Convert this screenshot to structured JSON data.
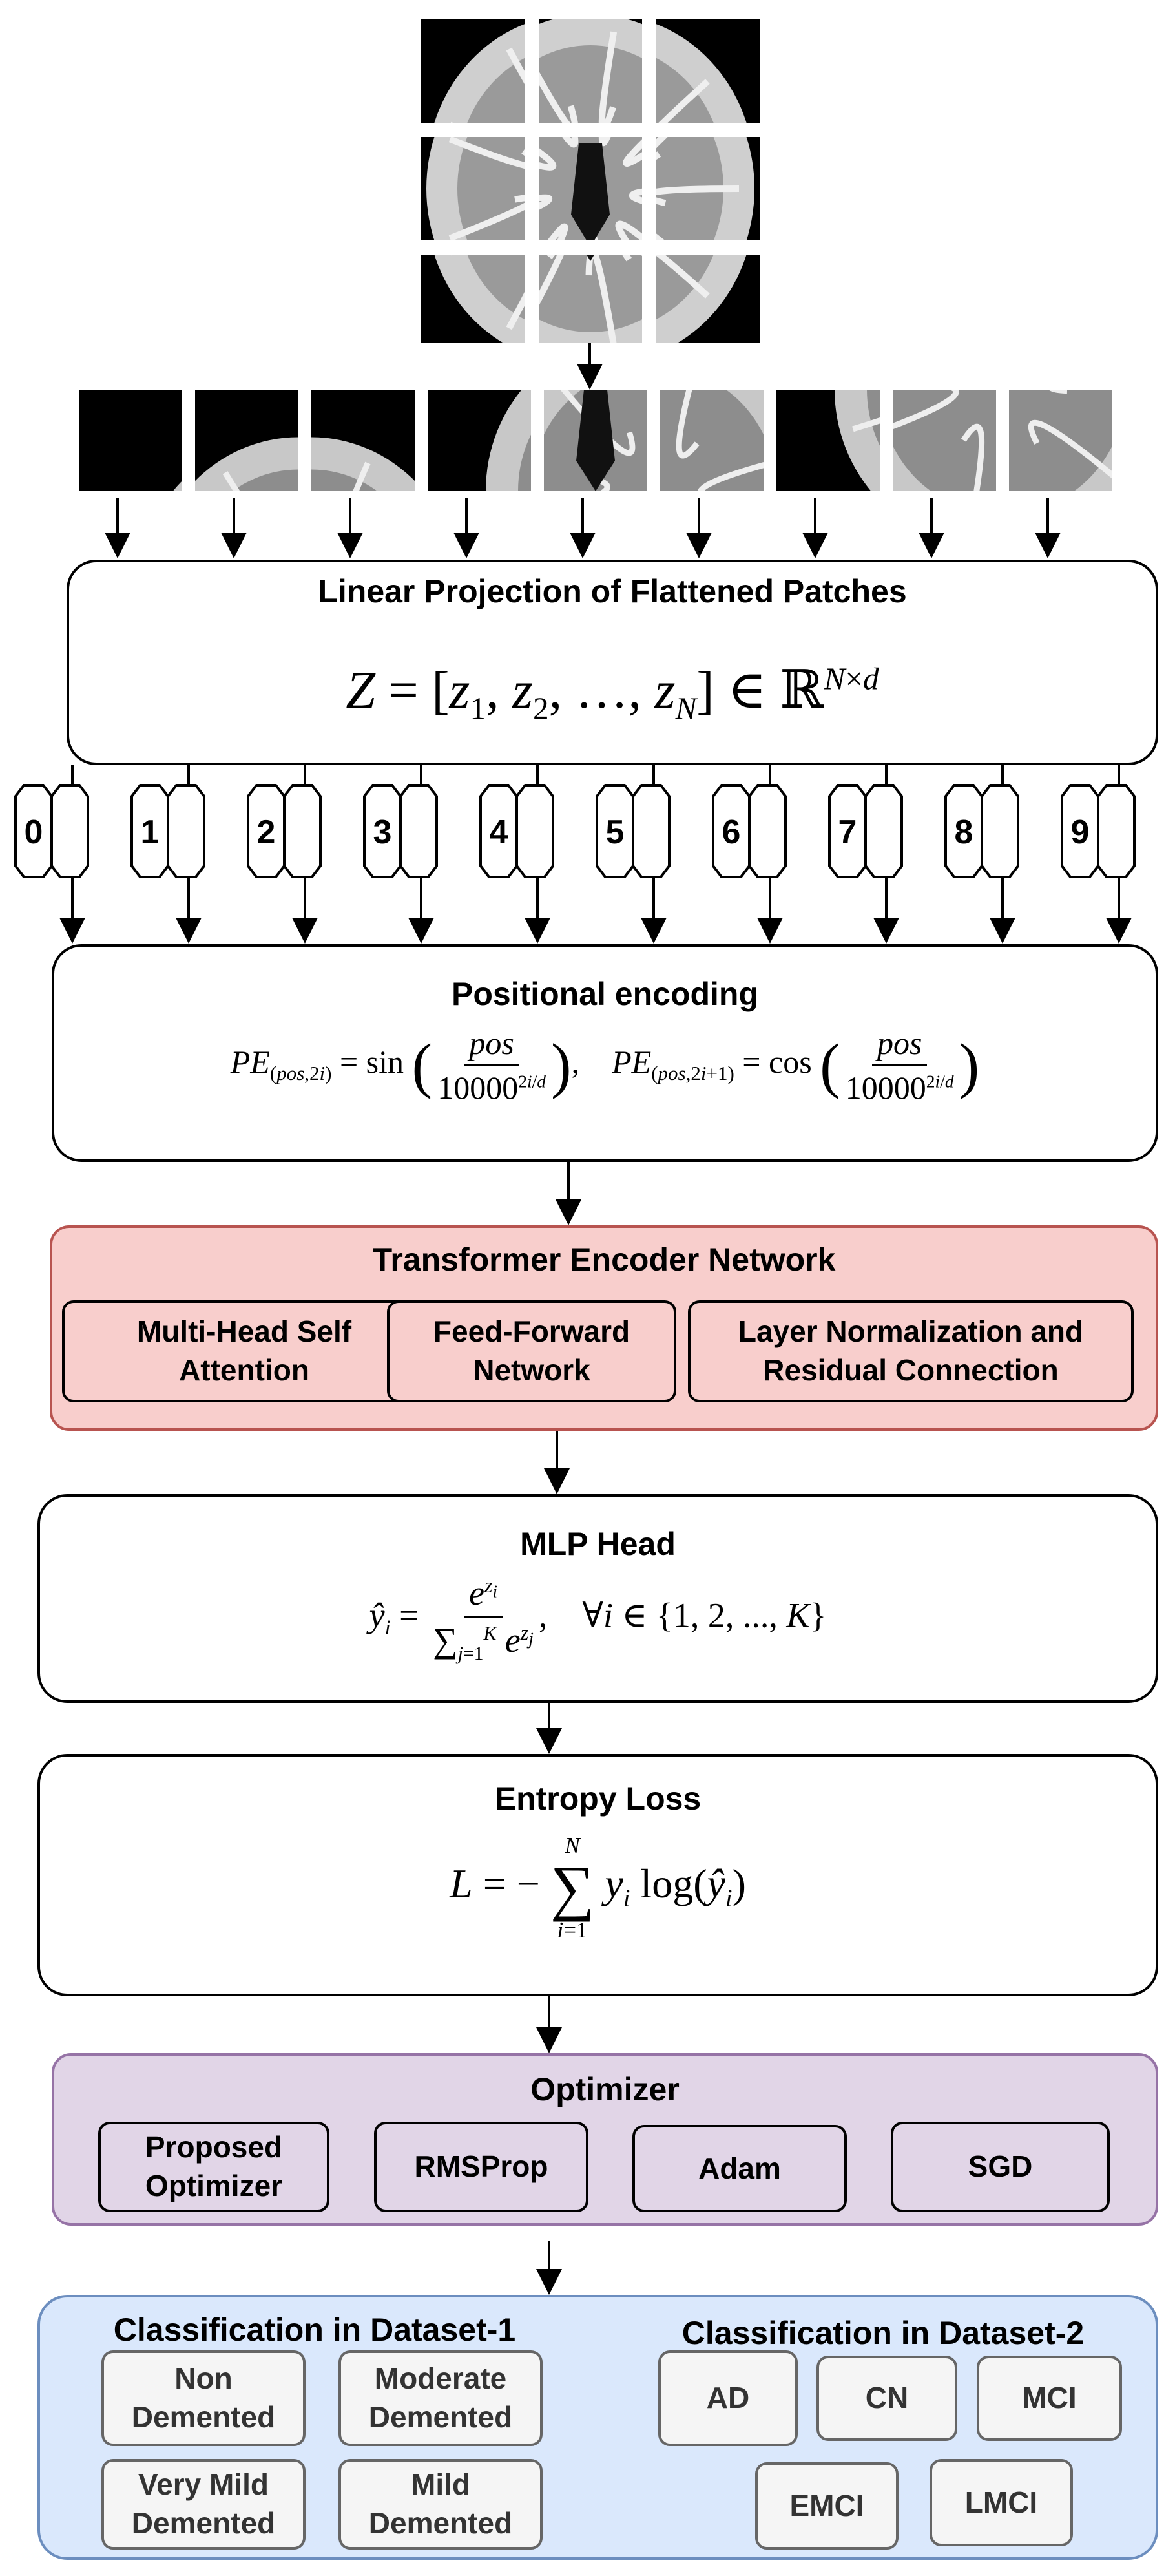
{
  "linear_projection": {
    "title": "Linear Projection of Flattened Patches",
    "equation": "Z = [z₁, z₂, …, z_N] ∈ ℝ^(N×d)"
  },
  "tokens": [
    "0",
    "1",
    "2",
    "3",
    "4",
    "5",
    "6",
    "7",
    "8",
    "9"
  ],
  "positional_encoding": {
    "title": "Positional encoding",
    "equation": "PE_(pos,2i) = sin(pos / 10000^(2i/d)),  PE_(pos,2i+1) = cos(pos / 10000^(2i/d))"
  },
  "transformer": {
    "title": "Transformer Encoder Network",
    "color": "#f8cecc",
    "border_color": "#b85450",
    "blocks": [
      {
        "line1": "Multi-Head Self",
        "line2": "Attention"
      },
      {
        "line1": "Feed-Forward",
        "line2": "Network"
      },
      {
        "line1": "Layer Normalization and",
        "line2": "Residual Connection"
      }
    ]
  },
  "mlp_head": {
    "title": "MLP Head",
    "equation": "ŷ_i = e^(z_i) / Σ_{j=1}^{K} e^(z_j),  ∀i ∈ {1, 2, ..., K}"
  },
  "entropy_loss": {
    "title": "Entropy Loss",
    "equation": "L = − Σ_{i=1}^{N} y_i log(ŷ_i)"
  },
  "optimizer": {
    "title": "Optimizer",
    "color": "#e1d5e7",
    "border_color": "#9673a6",
    "items": [
      {
        "line1": "Proposed",
        "line2": "Optimizer"
      },
      {
        "line1": "RMSProp",
        "line2": ""
      },
      {
        "line1": "Adam",
        "line2": ""
      },
      {
        "line1": "SGD",
        "line2": ""
      }
    ]
  },
  "classification": {
    "color": "#dae8fc",
    "border_color": "#6c8ebf",
    "dataset1": {
      "title": "Classification in Dataset-1",
      "classes": [
        {
          "line1": "Non",
          "line2": "Demented"
        },
        {
          "line1": "Moderate",
          "line2": "Demented"
        },
        {
          "line1": "Very Mild",
          "line2": "Demented"
        },
        {
          "line1": "Mild",
          "line2": "Demented"
        }
      ]
    },
    "dataset2": {
      "title": "Classification in Dataset-2",
      "classes": [
        "AD",
        "CN",
        "MCI",
        "EMCI",
        "LMCI"
      ]
    }
  }
}
